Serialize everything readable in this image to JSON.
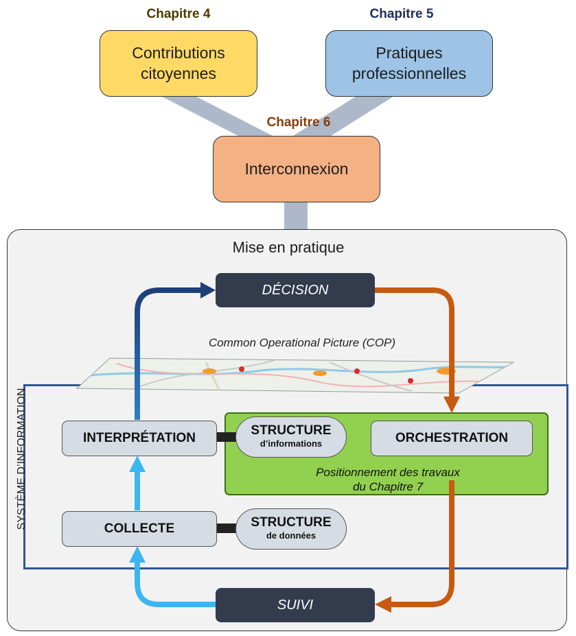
{
  "chapters": {
    "ch4": {
      "label": "Chapitre 4",
      "box": "Contributions\ncitoyennes",
      "color": "#4a3a00",
      "fill": "#ffd966"
    },
    "ch5": {
      "label": "Chapitre 5",
      "box": "Pratiques\nprofessionnelles",
      "color": "#1f2d5c",
      "fill": "#9dc3e6"
    },
    "ch6": {
      "label": "Chapitre 6",
      "box": "Interconnexion",
      "color": "#843c0c",
      "fill": "#f4b183"
    }
  },
  "practice": {
    "title": "Mise en pratique",
    "decision": "DÉCISION",
    "suivi": "SUIVI",
    "cop": "Common Operational Picture (COP)"
  },
  "system": {
    "label": "SYSTÈME D’INFORMATION",
    "interpretation": "INTERPRÉTATION",
    "collecte": "COLLECTE",
    "structure_info_big": "STRUCTURE",
    "structure_info_small": "d’informations",
    "structure_data_big": "STRUCTURE",
    "structure_data_small": "de données",
    "orchestration": "ORCHESTRATION",
    "position_line1": "Positionnement des travaux",
    "position_line2": "du Chapitre 7"
  },
  "colors": {
    "connector": "#adb9ca",
    "dark_blue": "#1f3f78",
    "light_blue": "#3bb6f0",
    "orange": "#c55a11",
    "green": "#92d050",
    "system_border": "#2f5597"
  }
}
